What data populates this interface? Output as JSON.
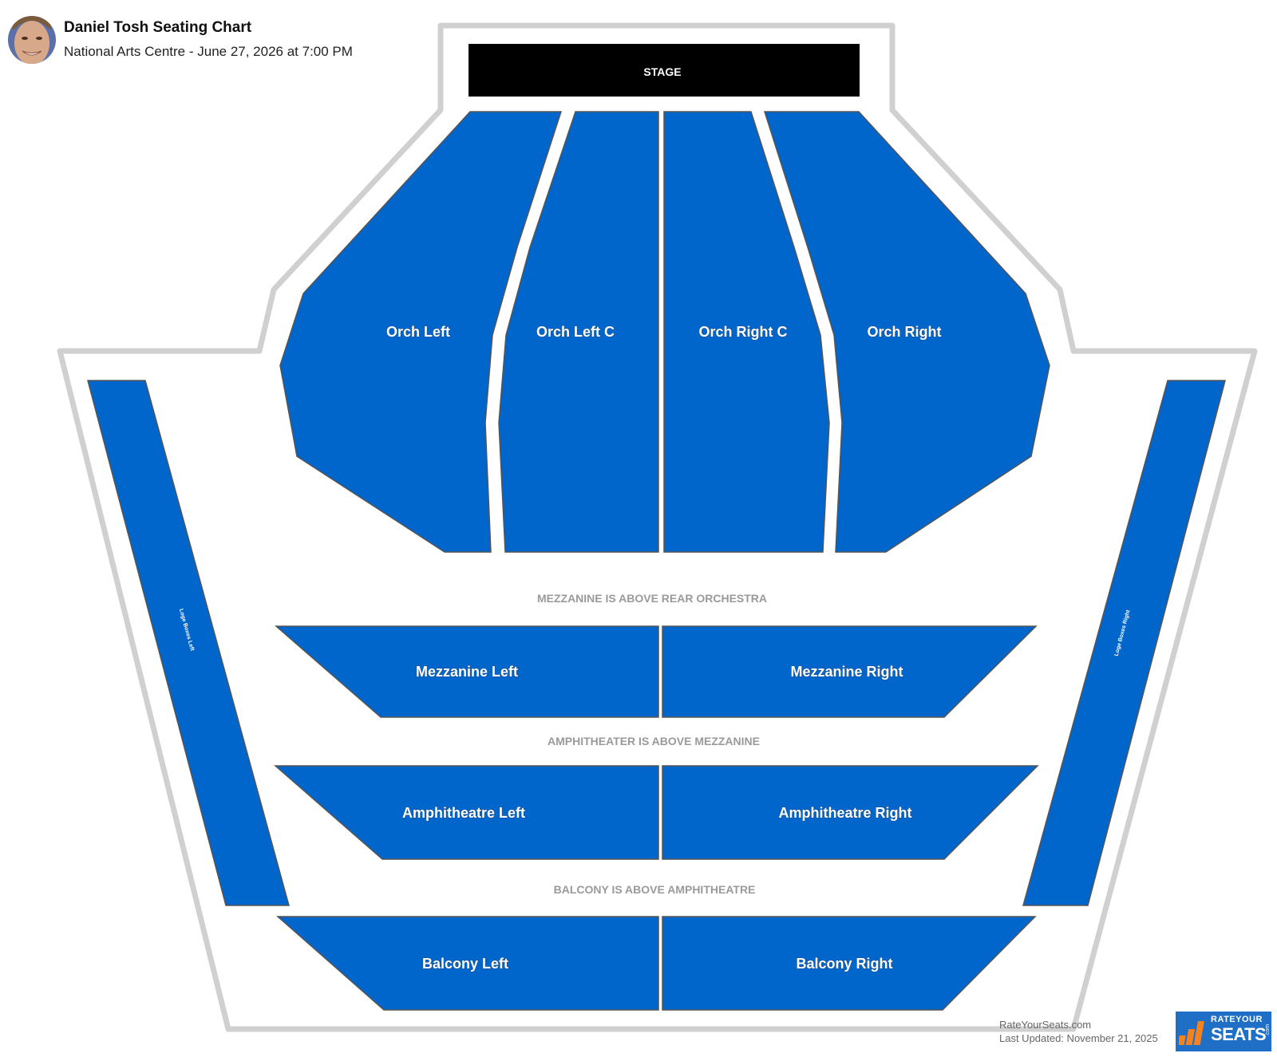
{
  "header": {
    "title": "Daniel Tosh Seating Chart",
    "subtitle": "National Arts Centre - June 27, 2026 at 7:00 PM"
  },
  "stage": {
    "label": "STAGE"
  },
  "sections": {
    "orch_left": "Orch Left",
    "orch_left_c": "Orch Left C",
    "orch_right_c": "Orch Right C",
    "orch_right": "Orch Right",
    "mezz_left": "Mezzanine Left",
    "mezz_right": "Mezzanine Right",
    "amph_left": "Amphitheatre Left",
    "amph_right": "Amphitheatre Right",
    "balc_left": "Balcony Left",
    "balc_right": "Balcony Right",
    "loge_left": "Loge Boxes Left",
    "loge_right": "Loge Boxes Right"
  },
  "notes": {
    "mezzanine": "MEZZANINE IS ABOVE REAR ORCHESTRA",
    "amphitheater": "AMPHITHEATER IS ABOVE MEZZANINE",
    "balcony": "BALCONY IS ABOVE AMPHITHEATRE"
  },
  "footer": {
    "site": "RateYourSeats.com",
    "updated": "Last Updated: November 21, 2025"
  },
  "logo": {
    "top": "RATEYOUR",
    "main": "SEATS",
    "suffix": ".com"
  },
  "colors": {
    "section_fill": "#0066cc",
    "stage_fill": "#000000",
    "outline": "#cccccc"
  }
}
